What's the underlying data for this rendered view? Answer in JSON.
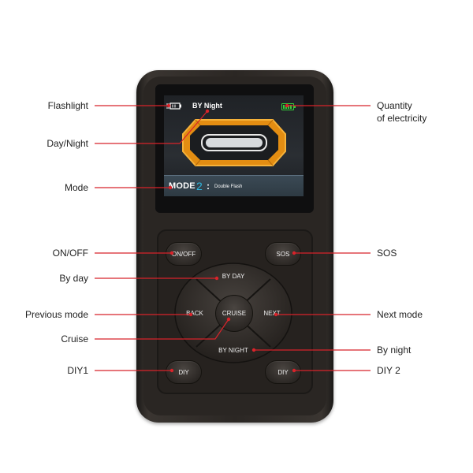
{
  "labels": {
    "flashlight": "Flashlight",
    "day_night": "Day/Night",
    "mode": "Mode",
    "on_off": "ON/OFF",
    "by_day": "By day",
    "previous_mode": "Previous mode",
    "cruise": "Cruise",
    "diy1": "DIY1",
    "quantity_line1": "Quantity",
    "quantity_line2": "of electricity",
    "sos": "SOS",
    "next_mode": "Next mode",
    "by_night": "By night",
    "diy2": "DIY 2"
  },
  "screen": {
    "status_text": "BY Night",
    "mode_label": "MODE",
    "mode_number": "2",
    "mode_separator": ":",
    "mode_name": "Double Flash"
  },
  "buttons": {
    "on_off": "ON/OFF",
    "sos": "SOS",
    "by_day": "BY DAY",
    "back": "BACK",
    "cruise": "CRUISE",
    "next": "NEXT",
    "by_night": "BY NIGHT",
    "diy_left": "DIY",
    "diy_right": "DIY"
  },
  "colors": {
    "callout": "#d8232a",
    "screen_light": "#f0a020",
    "battery": "#35d13a",
    "mode_number": "#2fb8e0"
  },
  "icons": {
    "flashlight": "flashlight-icon",
    "battery": "battery-icon",
    "light_bar": "light-bar-icon"
  }
}
